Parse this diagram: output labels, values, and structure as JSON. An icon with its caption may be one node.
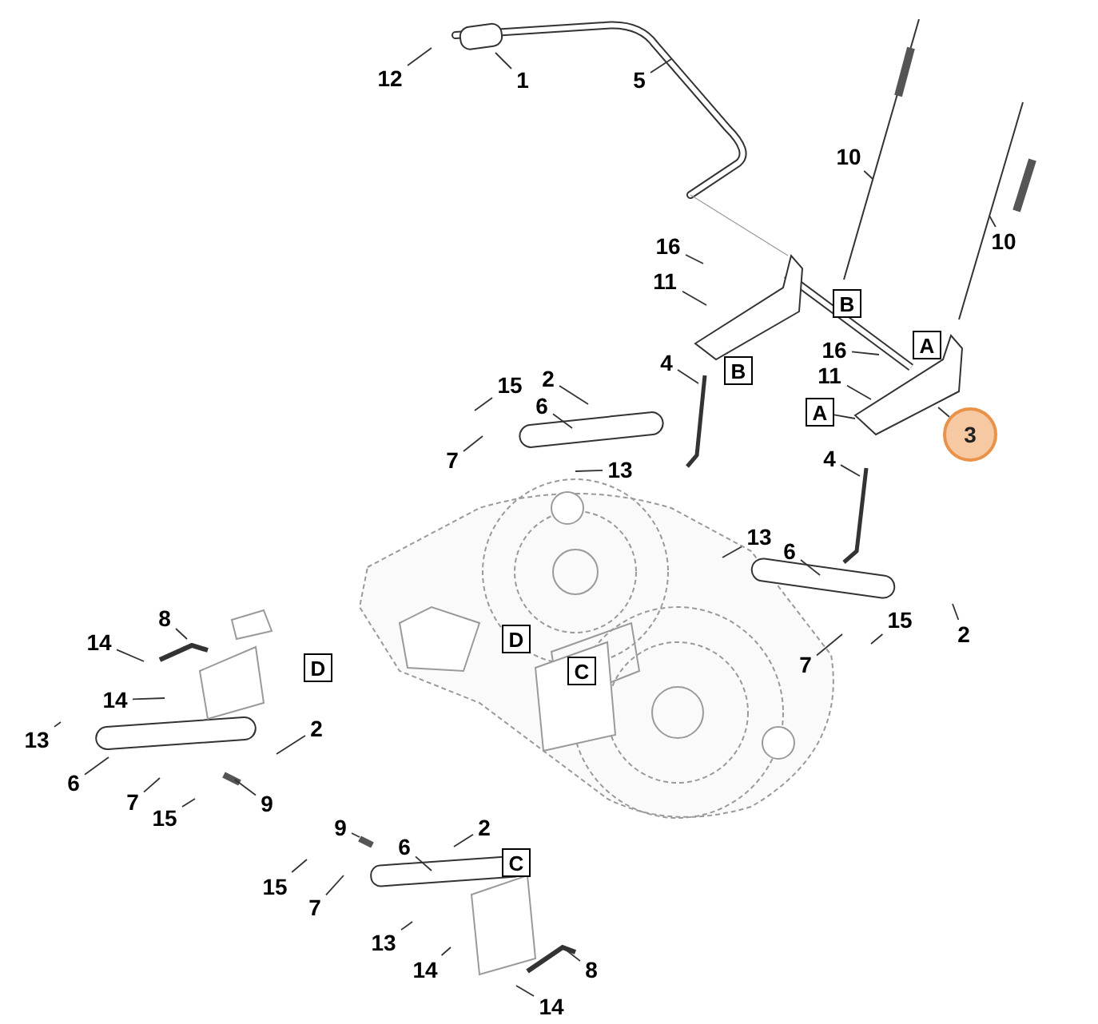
{
  "diagram": {
    "nodes": [
      {
        "text": [
          "12"
        ]
      },
      {
        "text": [
          "1"
        ]
      },
      {
        "text": [
          "5"
        ]
      },
      {
        "text": [
          "10"
        ]
      },
      {
        "text": [
          "10"
        ]
      },
      {
        "text": [
          "16"
        ]
      },
      {
        "text": [
          "11"
        ]
      },
      {
        "text": [
          "B"
        ]
      },
      {
        "text": [
          "A"
        ]
      },
      {
        "text": [
          "16"
        ]
      },
      {
        "text": [
          "4"
        ]
      },
      {
        "text": [
          "B"
        ]
      },
      {
        "text": [
          "11"
        ]
      },
      {
        "text": [
          "2"
        ]
      },
      {
        "text": [
          "15"
        ]
      },
      {
        "text": [
          "6"
        ]
      },
      {
        "text": [
          "A"
        ]
      },
      {
        "text": [
          "3"
        ]
      },
      {
        "text": [
          "4"
        ]
      },
      {
        "text": [
          "7"
        ]
      },
      {
        "text": [
          "13"
        ]
      },
      {
        "text": [
          "13"
        ]
      },
      {
        "text": [
          "6"
        ]
      },
      {
        "text": [
          "8"
        ]
      },
      {
        "text": [
          "15"
        ]
      },
      {
        "text": [
          "2"
        ]
      },
      {
        "text": [
          "D"
        ]
      },
      {
        "text": [
          "14"
        ]
      },
      {
        "text": [
          "7"
        ]
      },
      {
        "text": [
          "D"
        ]
      },
      {
        "text": [
          "C"
        ]
      },
      {
        "text": [
          "14"
        ]
      },
      {
        "text": [
          "2"
        ]
      },
      {
        "text": [
          "13"
        ]
      },
      {
        "text": [
          "6"
        ]
      },
      {
        "text": [
          "7"
        ]
      },
      {
        "text": [
          "9"
        ]
      },
      {
        "text": [
          "15"
        ]
      },
      {
        "text": [
          "9"
        ]
      },
      {
        "text": [
          "2"
        ]
      },
      {
        "text": [
          "6"
        ]
      },
      {
        "text": [
          "C"
        ]
      },
      {
        "text": [
          "15"
        ]
      },
      {
        "text": [
          "7"
        ]
      },
      {
        "text": [
          "13"
        ]
      },
      {
        "text": [
          "8"
        ]
      },
      {
        "text": [
          "14"
        ]
      },
      {
        "text": [
          "14"
        ]
      }
    ],
    "edges": [
      {
        "from": 0,
        "to": null,
        "arrow": "none"
      },
      {
        "from": 1,
        "to": null,
        "arrow": "none"
      },
      {
        "from": 2,
        "to": null,
        "arrow": "none"
      },
      {
        "from": 3,
        "to": null,
        "arrow": "none"
      },
      {
        "from": 4,
        "to": null,
        "arrow": "none"
      },
      {
        "from": 5,
        "to": null,
        "arrow": "none"
      },
      {
        "from": 6,
        "to": null,
        "arrow": "none"
      },
      {
        "from": 9,
        "to": null,
        "arrow": "none"
      },
      {
        "from": 10,
        "to": null,
        "arrow": "none"
      },
      {
        "from": 12,
        "to": null,
        "arrow": "none"
      },
      {
        "from": 13,
        "to": null,
        "arrow": "none"
      },
      {
        "from": 14,
        "to": null,
        "arrow": "none"
      },
      {
        "from": 15,
        "to": null,
        "arrow": "none"
      },
      {
        "from": 16,
        "to": null,
        "arrow": "none"
      },
      {
        "from": 17,
        "to": null,
        "arrow": "none"
      },
      {
        "from": 18,
        "to": null,
        "arrow": "none"
      },
      {
        "from": 19,
        "to": null,
        "arrow": "none"
      },
      {
        "from": 20,
        "to": null,
        "arrow": "none"
      },
      {
        "from": 21,
        "to": null,
        "arrow": "none"
      },
      {
        "from": 22,
        "to": null,
        "arrow": "none"
      },
      {
        "from": 23,
        "to": null,
        "arrow": "none"
      },
      {
        "from": 24,
        "to": null,
        "arrow": "none"
      },
      {
        "from": 25,
        "to": null,
        "arrow": "none"
      },
      {
        "from": 27,
        "to": null,
        "arrow": "none"
      },
      {
        "from": 28,
        "to": null,
        "arrow": "none"
      },
      {
        "from": 31,
        "to": null,
        "arrow": "none"
      },
      {
        "from": 32,
        "to": null,
        "arrow": "none"
      },
      {
        "from": 33,
        "to": null,
        "arrow": "none"
      },
      {
        "from": 34,
        "to": null,
        "arrow": "none"
      },
      {
        "from": 35,
        "to": null,
        "arrow": "none"
      },
      {
        "from": 36,
        "to": null,
        "arrow": "none"
      },
      {
        "from": 37,
        "to": null,
        "arrow": "none"
      },
      {
        "from": 38,
        "to": null,
        "arrow": "none"
      },
      {
        "from": 39,
        "to": null,
        "arrow": "none"
      },
      {
        "from": 40,
        "to": null,
        "arrow": "none"
      },
      {
        "from": 42,
        "to": null,
        "arrow": "none"
      },
      {
        "from": 43,
        "to": null,
        "arrow": "none"
      },
      {
        "from": 44,
        "to": null,
        "arrow": "none"
      },
      {
        "from": 45,
        "to": null,
        "arrow": "none"
      },
      {
        "from": 46,
        "to": null,
        "arrow": "none"
      },
      {
        "from": 47,
        "to": null,
        "arrow": "none"
      }
    ]
  }
}
